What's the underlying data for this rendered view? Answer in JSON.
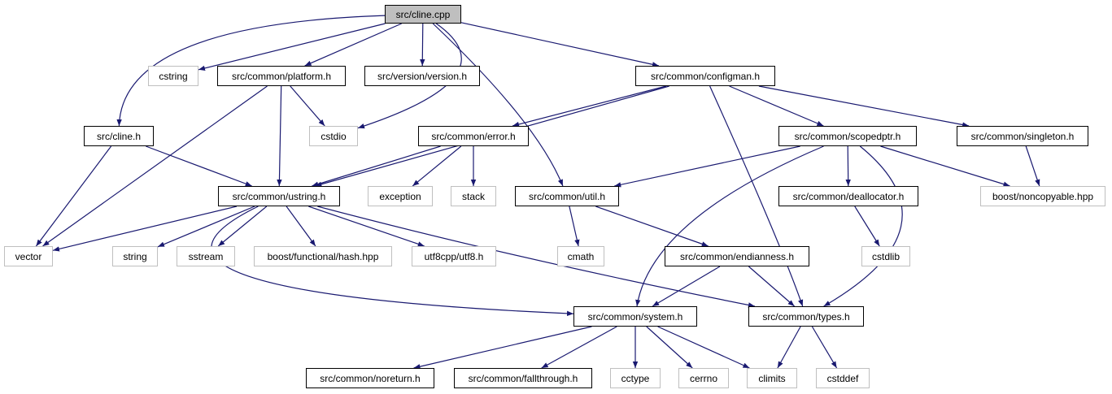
{
  "colors": {
    "edge": "#191970",
    "root_fill": "#bfbfbf",
    "file_border": "#000000",
    "system_border": "#bfbfbf"
  },
  "nodes": {
    "cline_cpp": {
      "label": "src/cline.cpp",
      "kind": "root"
    },
    "cstring": {
      "label": "cstring",
      "kind": "system"
    },
    "platform_h": {
      "label": "src/common/platform.h",
      "kind": "file"
    },
    "version_h": {
      "label": "src/version/version.h",
      "kind": "file"
    },
    "configman_h": {
      "label": "src/common/configman.h",
      "kind": "file"
    },
    "cline_h": {
      "label": "src/cline.h",
      "kind": "file"
    },
    "cstdio": {
      "label": "cstdio",
      "kind": "system"
    },
    "error_h": {
      "label": "src/common/error.h",
      "kind": "file"
    },
    "scopedptr_h": {
      "label": "src/common/scopedptr.h",
      "kind": "file"
    },
    "singleton_h": {
      "label": "src/common/singleton.h",
      "kind": "file"
    },
    "ustring_h": {
      "label": "src/common/ustring.h",
      "kind": "file"
    },
    "exception": {
      "label": "exception",
      "kind": "system"
    },
    "stack": {
      "label": "stack",
      "kind": "system"
    },
    "util_h": {
      "label": "src/common/util.h",
      "kind": "file"
    },
    "deallocator_h": {
      "label": "src/common/deallocator.h",
      "kind": "file"
    },
    "noncopyable_hpp": {
      "label": "boost/noncopyable.hpp",
      "kind": "system"
    },
    "vector": {
      "label": "vector",
      "kind": "system"
    },
    "string": {
      "label": "string",
      "kind": "system"
    },
    "sstream": {
      "label": "sstream",
      "kind": "system"
    },
    "hash_hpp": {
      "label": "boost/functional/hash.hpp",
      "kind": "system"
    },
    "utf8_h": {
      "label": "utf8cpp/utf8.h",
      "kind": "system"
    },
    "cmath": {
      "label": "cmath",
      "kind": "system"
    },
    "endianness_h": {
      "label": "src/common/endianness.h",
      "kind": "file"
    },
    "cstdlib": {
      "label": "cstdlib",
      "kind": "system"
    },
    "system_h": {
      "label": "src/common/system.h",
      "kind": "file"
    },
    "types_h": {
      "label": "src/common/types.h",
      "kind": "file"
    },
    "noreturn_h": {
      "label": "src/common/noreturn.h",
      "kind": "file"
    },
    "fallthrough_h": {
      "label": "src/common/fallthrough.h",
      "kind": "file"
    },
    "cctype": {
      "label": "cctype",
      "kind": "system"
    },
    "cerrno": {
      "label": "cerrno",
      "kind": "system"
    },
    "climits": {
      "label": "climits",
      "kind": "system"
    },
    "cstddef": {
      "label": "cstddef",
      "kind": "system"
    }
  },
  "edges": [
    [
      "cline_cpp",
      "cline_h"
    ],
    [
      "cline_cpp",
      "cstring"
    ],
    [
      "cline_cpp",
      "platform_h"
    ],
    [
      "cline_cpp",
      "version_h"
    ],
    [
      "cline_cpp",
      "cstdio"
    ],
    [
      "cline_cpp",
      "util_h"
    ],
    [
      "cline_cpp",
      "configman_h"
    ],
    [
      "cline_h",
      "vector"
    ],
    [
      "cline_h",
      "ustring_h"
    ],
    [
      "platform_h",
      "cstdio"
    ],
    [
      "platform_h",
      "ustring_h"
    ],
    [
      "platform_h",
      "vector"
    ],
    [
      "configman_h",
      "ustring_h"
    ],
    [
      "configman_h",
      "error_h"
    ],
    [
      "configman_h",
      "scopedptr_h"
    ],
    [
      "configman_h",
      "singleton_h"
    ],
    [
      "configman_h",
      "types_h"
    ],
    [
      "error_h",
      "ustring_h"
    ],
    [
      "error_h",
      "exception"
    ],
    [
      "error_h",
      "stack"
    ],
    [
      "scopedptr_h",
      "util_h"
    ],
    [
      "scopedptr_h",
      "deallocator_h"
    ],
    [
      "scopedptr_h",
      "noncopyable_hpp"
    ],
    [
      "scopedptr_h",
      "system_h"
    ],
    [
      "scopedptr_h",
      "types_h"
    ],
    [
      "singleton_h",
      "noncopyable_hpp"
    ],
    [
      "ustring_h",
      "vector"
    ],
    [
      "ustring_h",
      "string"
    ],
    [
      "ustring_h",
      "sstream"
    ],
    [
      "ustring_h",
      "hash_hpp"
    ],
    [
      "ustring_h",
      "utf8_h"
    ],
    [
      "ustring_h",
      "system_h"
    ],
    [
      "ustring_h",
      "types_h"
    ],
    [
      "util_h",
      "cmath"
    ],
    [
      "util_h",
      "endianness_h"
    ],
    [
      "deallocator_h",
      "cstdlib"
    ],
    [
      "endianness_h",
      "system_h"
    ],
    [
      "endianness_h",
      "types_h"
    ],
    [
      "system_h",
      "noreturn_h"
    ],
    [
      "system_h",
      "fallthrough_h"
    ],
    [
      "system_h",
      "cctype"
    ],
    [
      "system_h",
      "cerrno"
    ],
    [
      "system_h",
      "climits"
    ],
    [
      "types_h",
      "climits"
    ],
    [
      "types_h",
      "cstddef"
    ]
  ]
}
